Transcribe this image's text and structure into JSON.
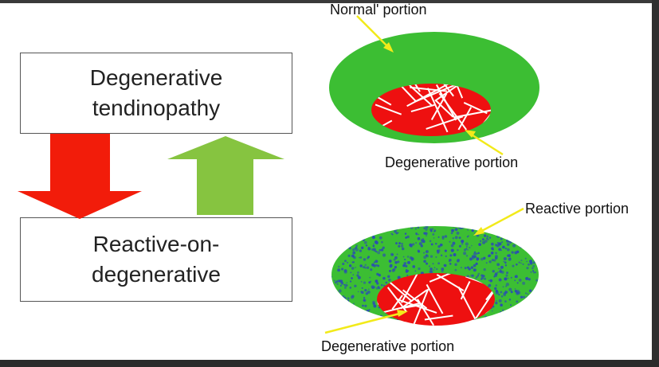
{
  "boxes": {
    "top": {
      "line1": "Degenerative",
      "line2": "tendinopathy"
    },
    "bottom": {
      "line1": "Reactive-on-",
      "line2": "degenerative"
    }
  },
  "labels": {
    "normal": "Normal' portion",
    "degenerative_top": "Degenerative portion",
    "reactive": "Reactive portion",
    "degenerative_bottom": "Degenerative portion"
  },
  "colors": {
    "red_arrow": "#f21c0a",
    "green_arrow": "#86c440",
    "normal_green": "#3cbe33",
    "degenerative_red": "#ee1010",
    "fiber_white": "#ffffff",
    "reactive_speckle": "#2a4fb0",
    "pointer_yellow": "#f2ea1a"
  }
}
